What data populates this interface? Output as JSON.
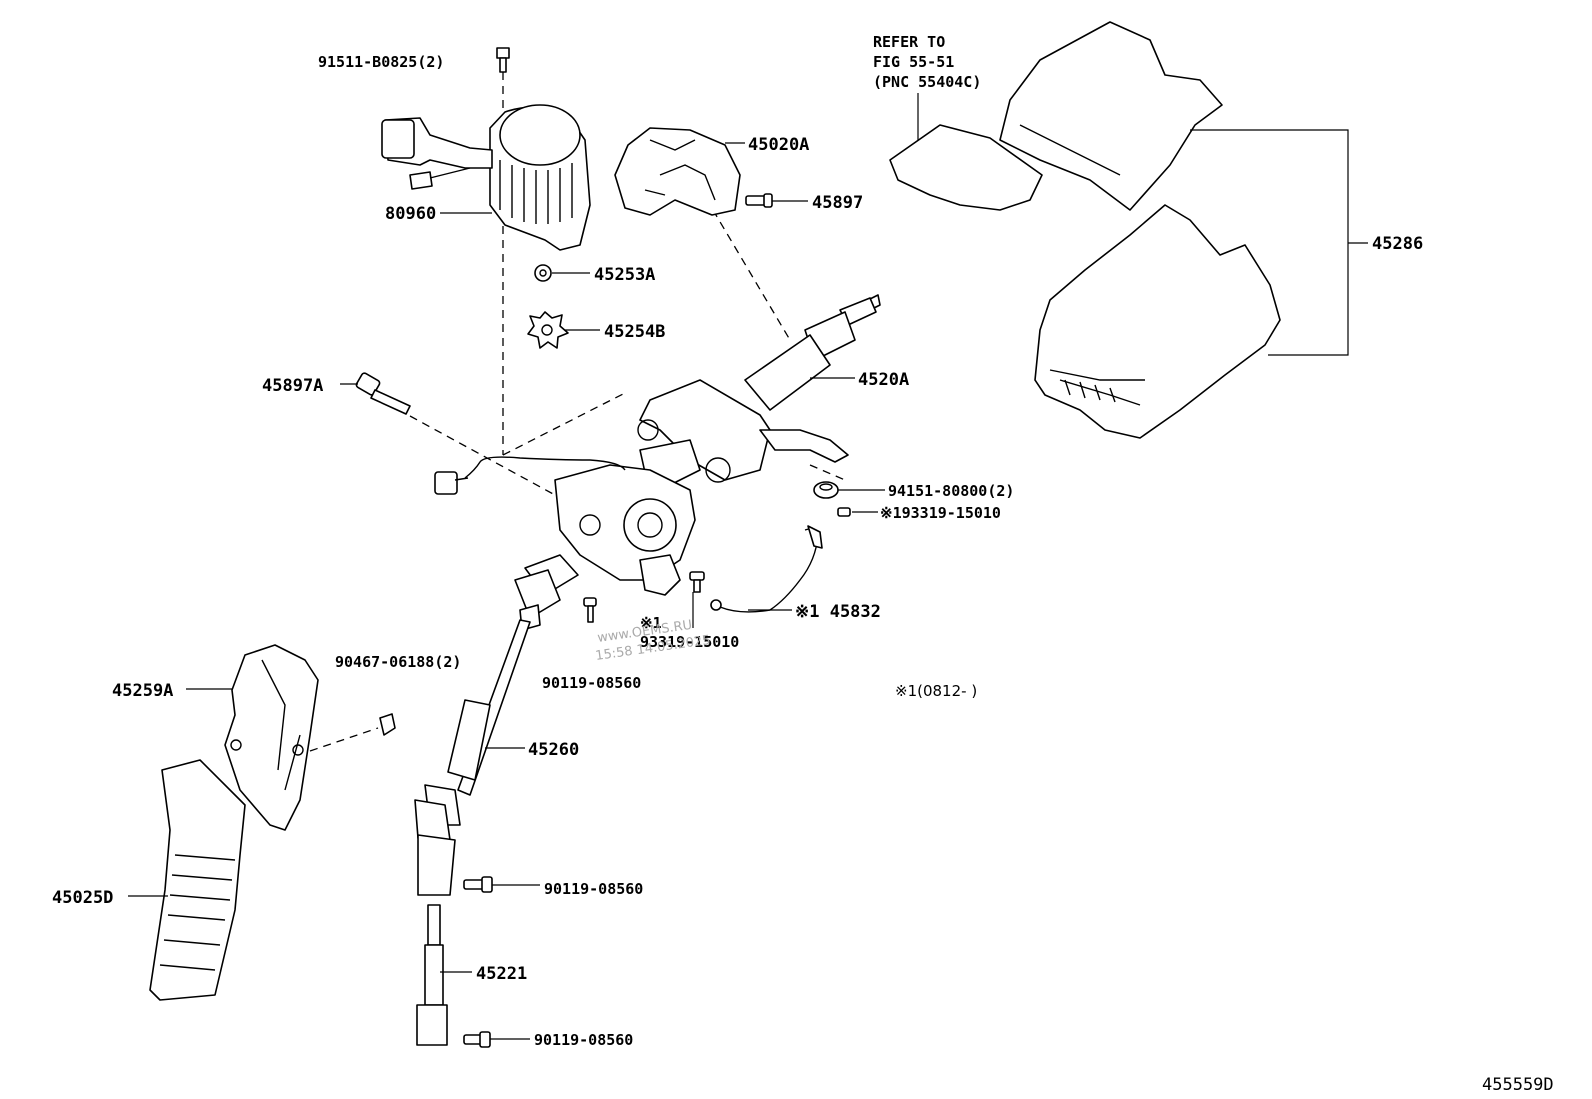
{
  "diagram": {
    "id": "455559D",
    "watermark": {
      "line1": "www.OEMS.RU",
      "line2": "15:58 14.05.2025"
    },
    "note": "※1(0812-     )",
    "refer": {
      "line1": "REFER TO",
      "line2": "FIG 55-51",
      "line3": "(PNC 55404C)"
    },
    "labels": {
      "p91511": "91511-B0825(2)",
      "p80960": "80960",
      "p45020A": "45020A",
      "p45897": "45897",
      "p45253A": "45253A",
      "p45254B": "45254B",
      "p45897A": "45897A",
      "p4520A": "4520A",
      "p45286": "45286",
      "p94151": "94151-80800(2)",
      "p93319a": "※193319-15010",
      "p45832": "※1 45832",
      "p93319b_mark": "※1",
      "p93319b": "93319-15010",
      "p90119a": "90119-08560",
      "p90467": "90467-06188(2)",
      "p45259A": "45259A",
      "p45260": "45260",
      "p90119b": "90119-08560",
      "p45025D": "45025D",
      "p45221": "45221",
      "p90119c": "90119-08560"
    }
  }
}
